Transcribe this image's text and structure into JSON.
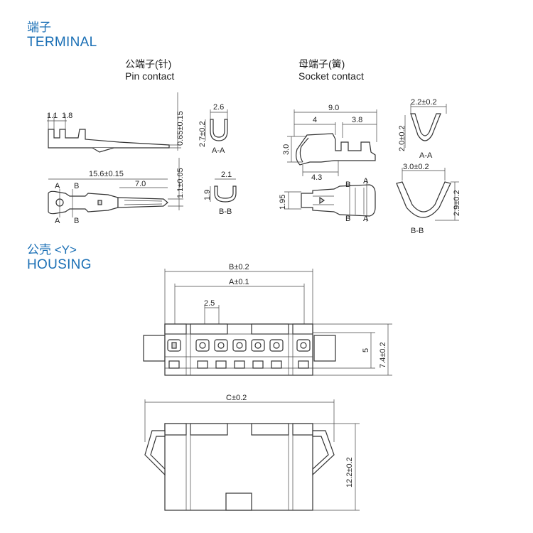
{
  "terminal": {
    "zh": "端子",
    "en": "TERMINAL"
  },
  "pin": {
    "zh": "公端子(针)",
    "en": "Pin contact"
  },
  "socket": {
    "zh": "母端子(簧)",
    "en": "Socket contact"
  },
  "housing": {
    "zh": "公壳 <Y>",
    "en": "HOUSING"
  },
  "pin_dims": {
    "d1": "1.1",
    "d2": "1.8",
    "d3": "0.65±0.15",
    "len": "15.6±0.15",
    "tip": "7.0",
    "h": "1.1±0.05",
    "aa_w": "2.6",
    "aa_h": "2.7±0.2",
    "aa_lbl": "A-A",
    "bb_w": "2.1",
    "bb_h": "1.9",
    "bb_lbl": "B-B",
    "mark_a": "A",
    "mark_b": "B"
  },
  "socket_dims": {
    "len": "9.0",
    "d4": "4",
    "d38": "3.8",
    "h30": "3.0",
    "d43": "4.3",
    "h195": "1.95",
    "aa_w": "2.2±0.2",
    "aa_h": "2.0±0.2",
    "aa_lbl": "A-A",
    "bb_w": "3.0±0.2",
    "bb_h": "2.9±0.2",
    "bb_lbl": "B-B",
    "mark_a": "A",
    "mark_b": "B"
  },
  "housing_dims": {
    "b": "B±0.2",
    "a": "A±0.1",
    "pitch": "2.5",
    "h5": "5",
    "h74": "7.4±0.2",
    "c": "C±0.2",
    "h122": "12.2±0.2"
  }
}
